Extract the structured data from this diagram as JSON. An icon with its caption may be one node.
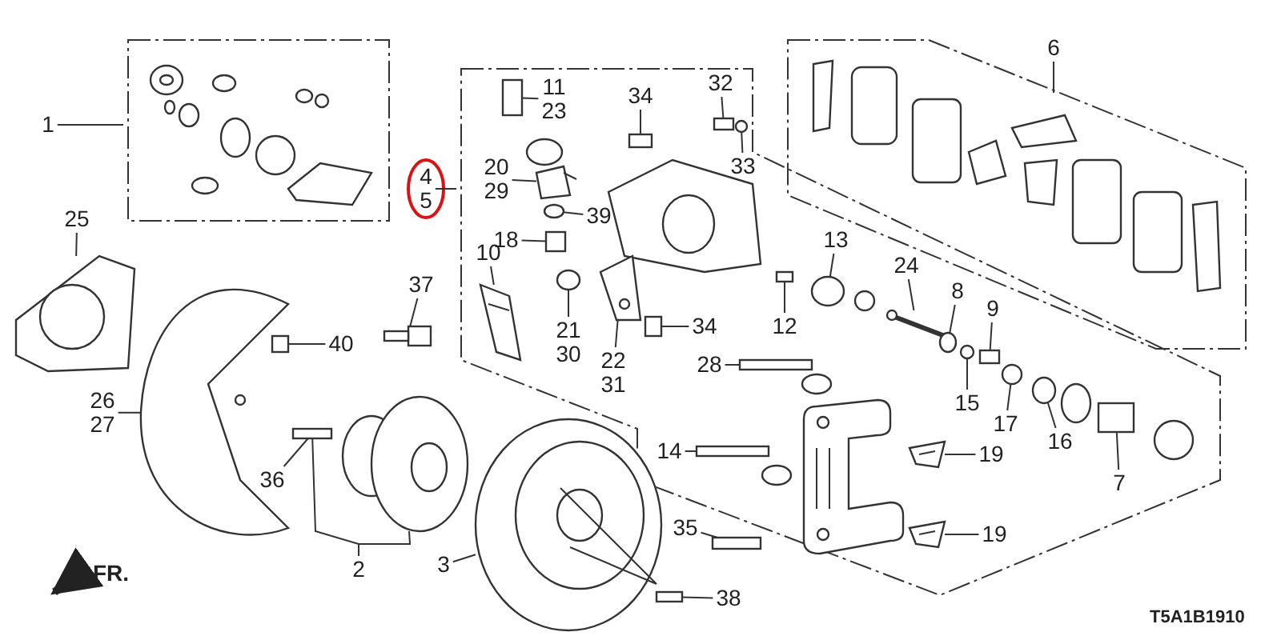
{
  "diagram": {
    "nodes": [
      {
        "text": [
          "6"
        ]
      },
      {
        "text": [
          "32"
        ]
      },
      {
        "text": [
          "11",
          "23"
        ]
      },
      {
        "text": [
          "34"
        ]
      },
      {
        "text": [
          "1"
        ]
      },
      {
        "text": [
          "33"
        ]
      },
      {
        "text": [
          "20",
          "29"
        ]
      },
      {
        "text": [
          "4",
          "5"
        ]
      },
      {
        "text": [
          "39"
        ]
      },
      {
        "text": [
          "25"
        ]
      },
      {
        "text": [
          "18"
        ]
      },
      {
        "text": [
          "13"
        ]
      },
      {
        "text": [
          "10"
        ]
      },
      {
        "text": [
          "24"
        ]
      },
      {
        "text": [
          "37"
        ]
      },
      {
        "text": [
          "8"
        ]
      },
      {
        "text": [
          "12"
        ]
      },
      {
        "text": [
          "9"
        ]
      },
      {
        "text": [
          "34"
        ]
      },
      {
        "text": [
          "21",
          "30"
        ]
      },
      {
        "text": [
          "40"
        ]
      },
      {
        "text": [
          "28"
        ]
      },
      {
        "text": [
          "22",
          "31"
        ]
      },
      {
        "text": [
          "15"
        ]
      },
      {
        "text": [
          "26",
          "27"
        ]
      },
      {
        "text": [
          "17"
        ]
      },
      {
        "text": [
          "16"
        ]
      },
      {
        "text": [
          "14"
        ]
      },
      {
        "text": [
          "19"
        ]
      },
      {
        "text": [
          "7"
        ]
      },
      {
        "text": [
          "36"
        ]
      },
      {
        "text": [
          "19"
        ]
      },
      {
        "text": [
          "35"
        ]
      },
      {
        "text": [
          "3"
        ]
      },
      {
        "text": [
          "2"
        ]
      },
      {
        "text": [
          "38"
        ]
      },
      {
        "text": [],
        "shape": "box"
      },
      {
        "text": [],
        "shape": "box"
      },
      {
        "text": [],
        "shape": "box"
      },
      {
        "text": [],
        "shape": "circle"
      },
      {
        "text": [],
        "shape": "picture"
      },
      {
        "text": [],
        "shape": "circle"
      },
      {
        "text": [],
        "shape": "picture"
      },
      {
        "text": [],
        "shape": "box"
      },
      {
        "text": [],
        "shape": "circle"
      },
      {
        "text": [],
        "shape": "picture"
      },
      {
        "text": [],
        "shape": "picture"
      },
      {
        "text": [],
        "shape": "picture"
      },
      {
        "text": [],
        "shape": "circle"
      },
      {
        "text": [],
        "shape": "box"
      },
      {
        "text": [],
        "shape": "box"
      },
      {
        "text": [],
        "shape": "box"
      },
      {
        "text": [],
        "shape": "circle"
      },
      {
        "text": [],
        "shape": "box"
      },
      {
        "text": [],
        "shape": "box"
      },
      {
        "text": [],
        "shape": "picture"
      },
      {
        "text": [],
        "shape": "circle"
      },
      {
        "text": [],
        "shape": "picture"
      },
      {
        "text": [],
        "shape": "circle"
      },
      {
        "text": [],
        "shape": "circle"
      },
      {
        "text": [],
        "shape": "box"
      },
      {
        "text": [],
        "shape": "picture"
      },
      {
        "text": [],
        "shape": "box"
      },
      {
        "text": [],
        "shape": "box"
      },
      {
        "text": [],
        "shape": "picture"
      },
      {
        "text": [],
        "shape": "box"
      },
      {
        "text": [],
        "shape": "picture"
      },
      {
        "text": [],
        "shape": "picture"
      },
      {
        "text": [],
        "shape": "box"
      }
    ],
    "edges": [
      {
        "from": 0,
        "to": null,
        "arrow": "none"
      },
      {
        "from": 1,
        "to": 36,
        "arrow": "none"
      },
      {
        "from": 2,
        "to": 37,
        "arrow": "none"
      },
      {
        "from": 3,
        "to": 38,
        "arrow": "none"
      },
      {
        "from": 4,
        "to": null,
        "arrow": "none"
      },
      {
        "from": 5,
        "to": 39,
        "arrow": "none"
      },
      {
        "from": 6,
        "to": 40,
        "arrow": "none"
      },
      {
        "from": 7,
        "to": null,
        "arrow": "none"
      },
      {
        "from": 8,
        "to": 41,
        "arrow": "none"
      },
      {
        "from": 9,
        "to": 42,
        "arrow": "none"
      },
      {
        "from": 10,
        "to": 43,
        "arrow": "none"
      },
      {
        "from": 11,
        "to": 44,
        "arrow": "none"
      },
      {
        "from": 12,
        "to": 45,
        "arrow": "none"
      },
      {
        "from": 13,
        "to": 46,
        "arrow": "none"
      },
      {
        "from": 14,
        "to": 47,
        "arrow": "none"
      },
      {
        "from": 15,
        "to": 48,
        "arrow": "none"
      },
      {
        "from": 16,
        "to": 49,
        "arrow": "none"
      },
      {
        "from": 17,
        "to": 50,
        "arrow": "none"
      },
      {
        "from": 18,
        "to": 51,
        "arrow": "none"
      },
      {
        "from": 19,
        "to": 52,
        "arrow": "none"
      },
      {
        "from": 20,
        "to": 53,
        "arrow": "none"
      },
      {
        "from": 21,
        "to": 54,
        "arrow": "none"
      },
      {
        "from": 22,
        "to": 55,
        "arrow": "none"
      },
      {
        "from": 23,
        "to": 56,
        "arrow": "none"
      },
      {
        "from": 24,
        "to": 57,
        "arrow": "none"
      },
      {
        "from": 25,
        "to": 58,
        "arrow": "none"
      },
      {
        "from": 26,
        "to": 59,
        "arrow": "none"
      },
      {
        "from": 27,
        "to": 60,
        "arrow": "none"
      },
      {
        "from": 28,
        "to": 61,
        "arrow": "none"
      },
      {
        "from": 29,
        "to": 62,
        "arrow": "none"
      },
      {
        "from": 30,
        "to": 63,
        "arrow": "none"
      },
      {
        "from": 31,
        "to": 64,
        "arrow": "none"
      },
      {
        "from": 32,
        "to": 65,
        "arrow": "none"
      },
      {
        "from": 33,
        "to": 66,
        "arrow": "none"
      },
      {
        "from": 34,
        "to": 63,
        "arrow": "none"
      },
      {
        "from": 34,
        "to": 67,
        "arrow": "none"
      },
      {
        "from": 35,
        "to": 68,
        "arrow": "none"
      }
    ],
    "labels": [
      "FR.",
      "T5A1B1910"
    ]
  }
}
